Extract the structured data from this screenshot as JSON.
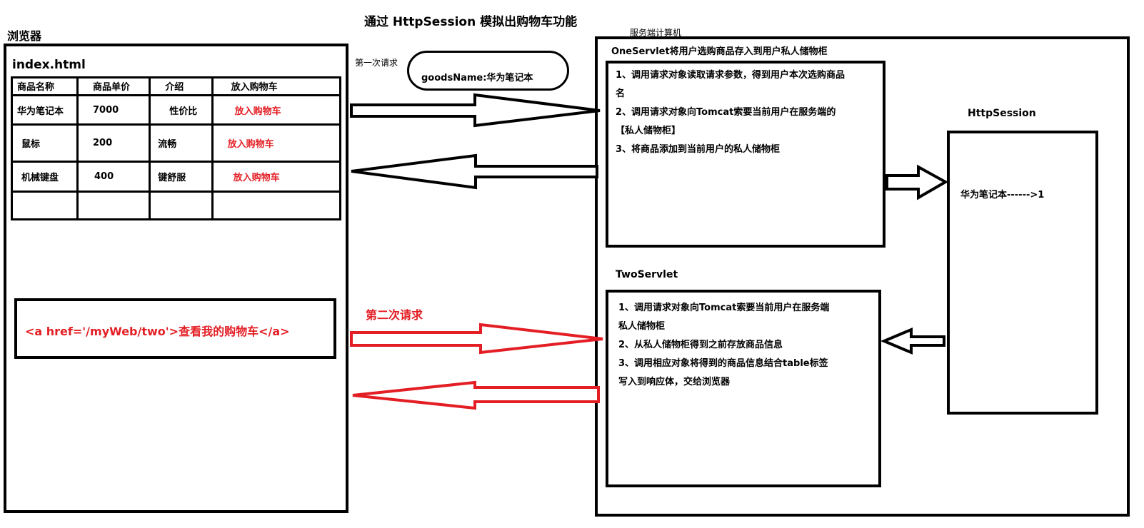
{
  "title": "通过 HttpSession 模拟出购物车功能",
  "browser": {
    "label": "浏览器",
    "page_name": "index.html",
    "table": {
      "headers": [
        "商品名称",
        "商品单价",
        "介绍",
        "放入购物车"
      ],
      "rows": [
        [
          "华为笔记本",
          "7000",
          "性价比",
          "放入购物车"
        ],
        [
          "鼠标",
          "200",
          "流畅",
          "放入购物车"
        ],
        [
          "机械键盘",
          "400",
          "键舒服",
          "放入购物车"
        ],
        [
          "",
          "",
          "",
          ""
        ]
      ]
    },
    "link": "<a href='/myWeb/two'>查看我的购物车</a>"
  },
  "first_request": {
    "label": "第一次请求",
    "param": "goodsName:华为笔记本"
  },
  "second_request": {
    "label": "第二次请求"
  },
  "server": {
    "label": "服务端计算机",
    "one_servlet": {
      "title": "OneServlet将用户选购商品存入到用户私人储物柜",
      "steps": [
        "1、调用请求对象读取请求参数，得到用户本次选购商品",
        "名",
        "2、调用请求对象向Tomcat索要当前用户在服务端的",
        "【私人储物柜】",
        "3、将商品添加到当前用户的私人储物柜"
      ]
    },
    "two_servlet": {
      "title": "TwoServlet",
      "steps": [
        "1、调用请求对象向Tomcat索要当前用户在服务端",
        "私人储物柜",
        "2、从私人储物柜得到之前存放商品信息",
        "3、调用相应对象将得到的商品信息结合table标签",
        "写入到响应体，交给浏览器"
      ]
    },
    "session": {
      "title": "HttpSession",
      "content": "华为笔记本------>1"
    }
  },
  "colors": {
    "red": "#e31e24",
    "black": "#000000"
  }
}
